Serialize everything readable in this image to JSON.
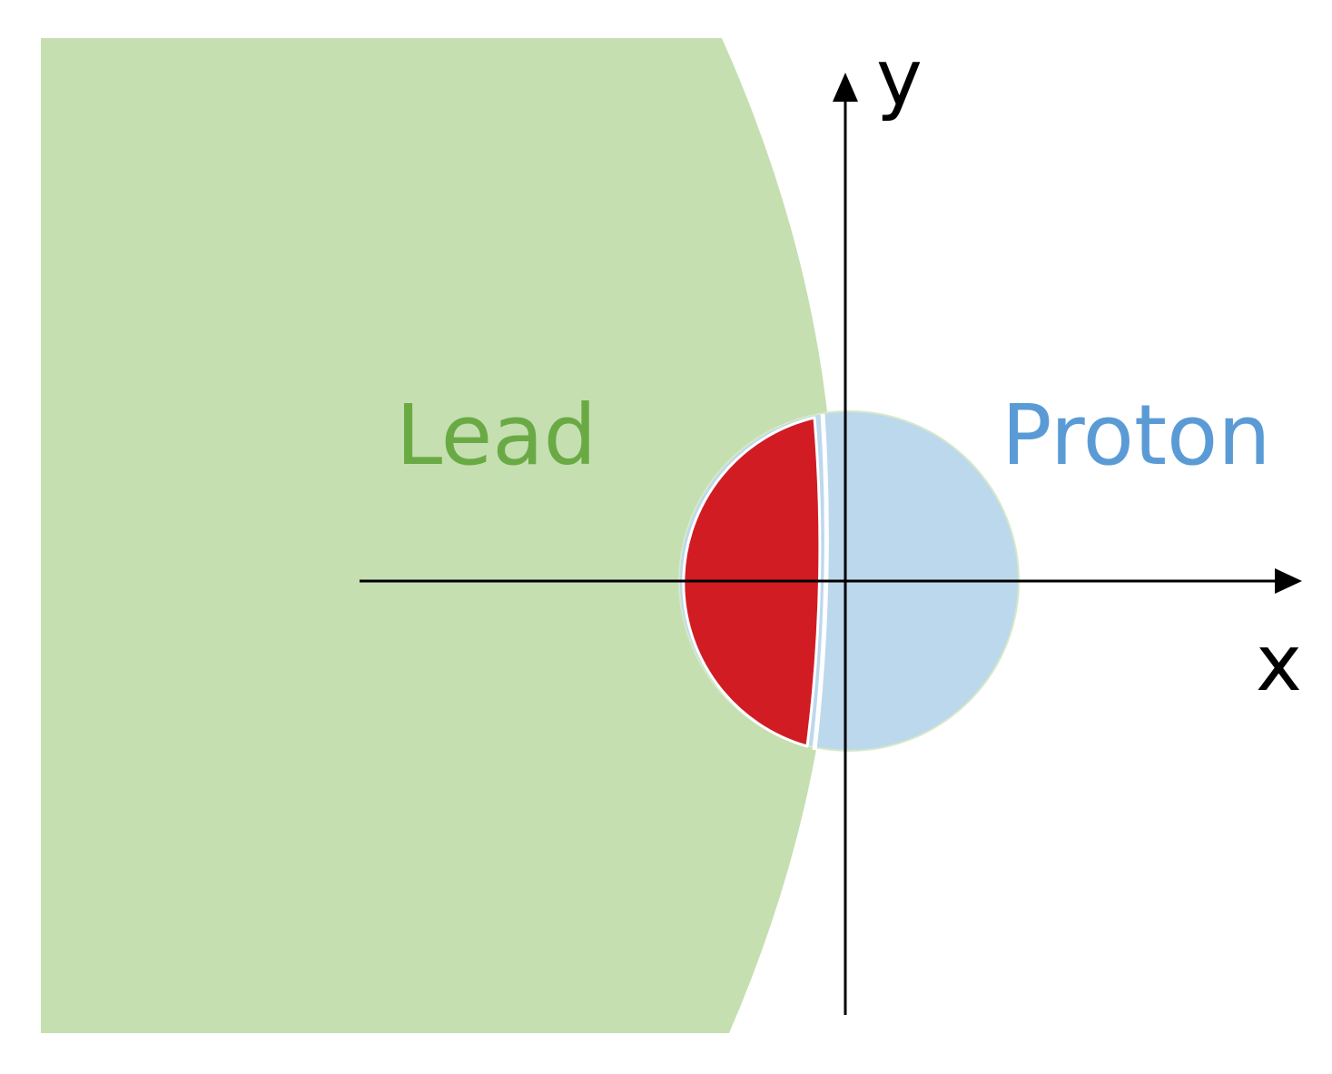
{
  "labels": {
    "lead": "Lead",
    "proton": "Proton",
    "x_axis": "x",
    "y_axis": "y"
  },
  "colors": {
    "lead_fill": "#c5dfb1",
    "lead_text": "#6aaa44",
    "proton_fill": "#bcd8ed",
    "proton_text": "#5b9bd5",
    "overlap_fill": "#d11c24",
    "axis": "#000000",
    "background": "#ffffff"
  }
}
